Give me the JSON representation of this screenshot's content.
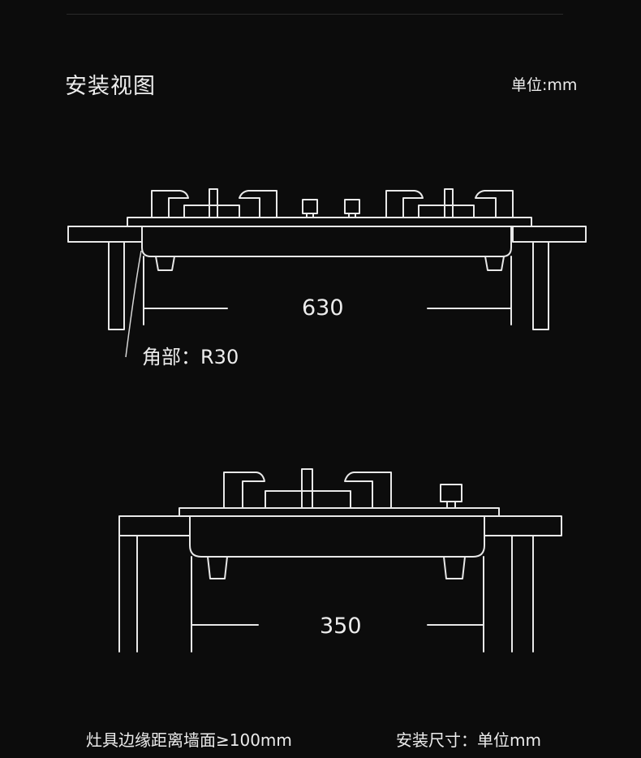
{
  "header": {
    "title": "安装视图",
    "unit": "单位:mm"
  },
  "top_view": {
    "width_label": "630",
    "corner_note": "角部：R30"
  },
  "bottom_view": {
    "depth_label": "350"
  },
  "footer": {
    "clearance_note": "灶具边缘距离墙面≥100mm",
    "unit_note": "安装尺寸：单位mm"
  },
  "colors": {
    "background": "#0c0c0c",
    "line": "#e8e8e8",
    "text": "#ececec"
  }
}
